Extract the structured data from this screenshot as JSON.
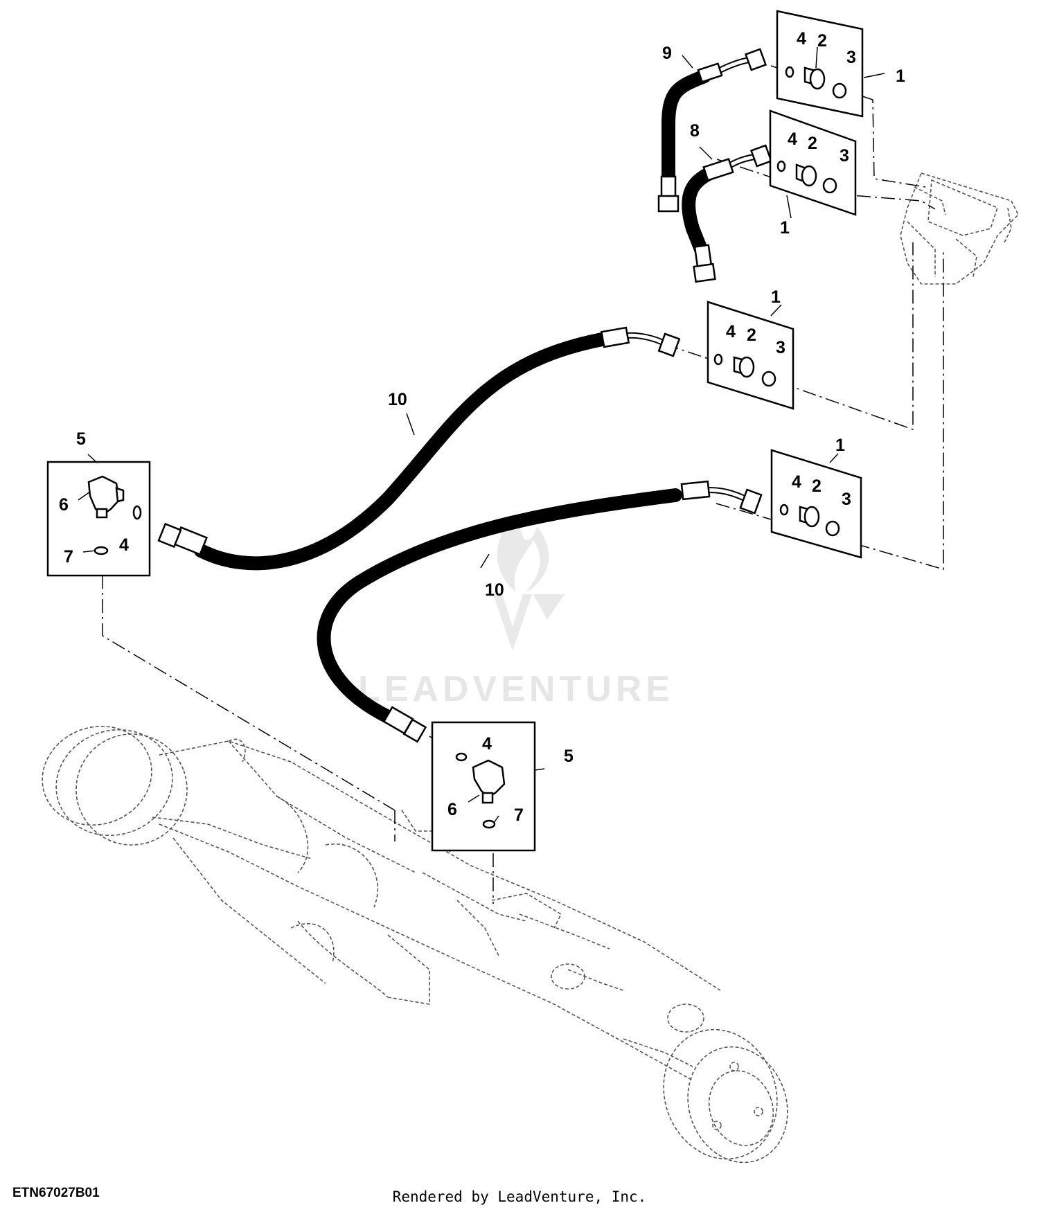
{
  "figure_id": "ETN67027B01",
  "render_credit": "Rendered by LeadVenture, Inc.",
  "watermark_text": "LEADVENTURE",
  "callouts": {
    "c1": "1",
    "c2": "2",
    "c3": "3",
    "c4": "4",
    "c5": "5",
    "c6": "6",
    "c7": "7",
    "c8": "8",
    "c9": "9",
    "c10": "10"
  },
  "colors": {
    "line": "#000000",
    "background": "#ffffff",
    "ghost": "#555555",
    "watermark": "#e6e6e6"
  }
}
